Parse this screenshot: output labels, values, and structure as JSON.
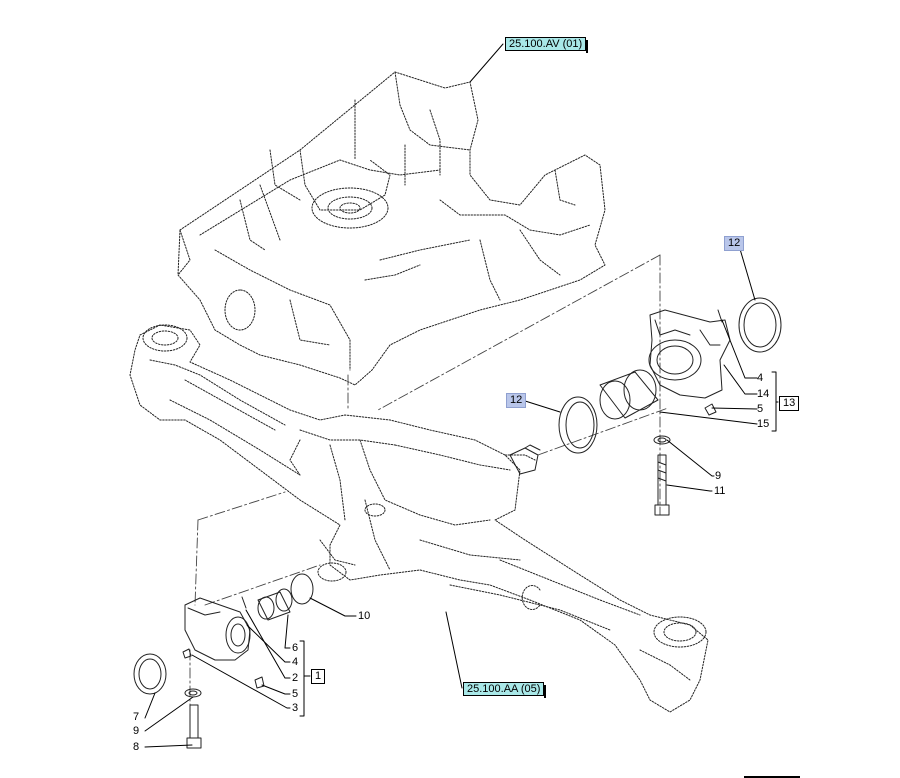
{
  "references": {
    "top": "25.100.AV (01)",
    "bottom": "25.100.AA (05)"
  },
  "callouts": {
    "c12a": "12",
    "c12b": "12",
    "c4_r": "4",
    "c14": "14",
    "c5_r": "5",
    "c15": "15",
    "c13": "13",
    "c9_r": "9",
    "c11": "11",
    "c10": "10",
    "c6": "6",
    "c4_l": "4",
    "c2": "2",
    "c1": "1",
    "c5_l": "5",
    "c3": "3",
    "c7": "7",
    "c9_l": "9",
    "c8": "8"
  },
  "colors": {
    "reference_box": "#a9e8e8",
    "highlight_callout": "#b9c6ea",
    "line": "#000000"
  }
}
